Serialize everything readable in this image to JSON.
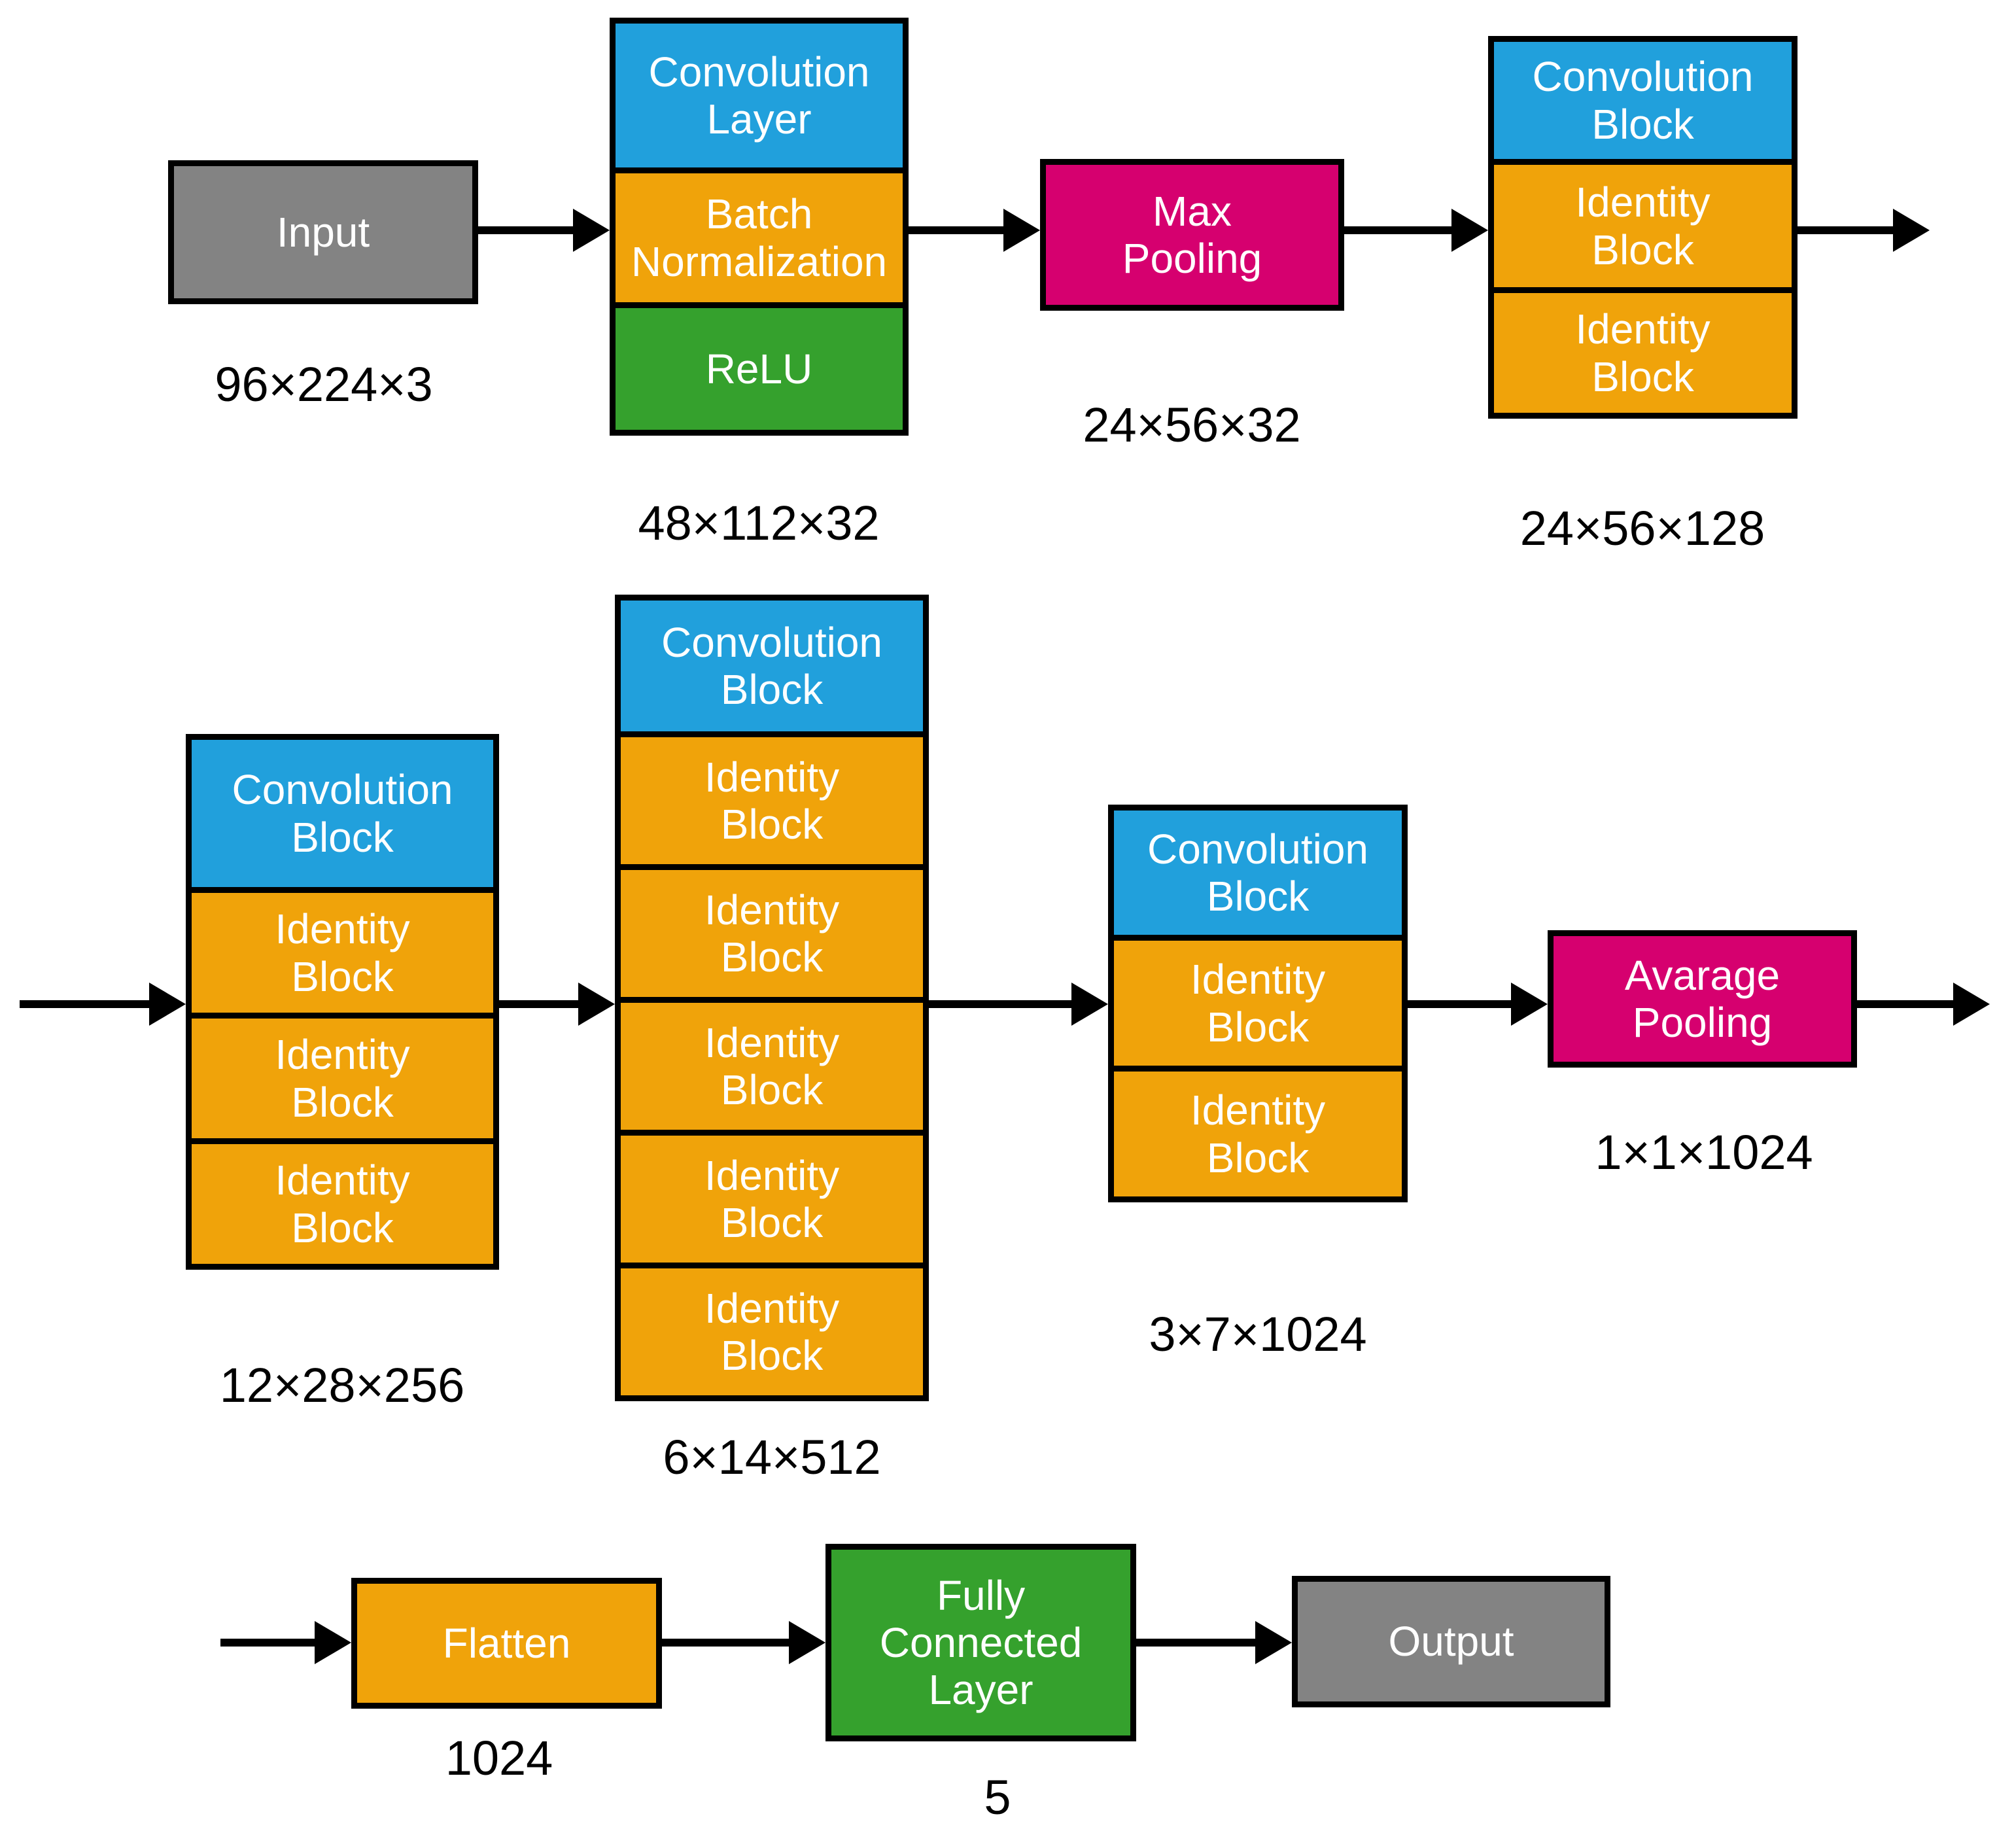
{
  "colors": {
    "conv_blue": "#21A0DC",
    "identity_orange": "#F0A30A",
    "relu_green": "#35A12D",
    "pooling_magenta": "#D6006F",
    "io_gray": "#838383",
    "border_black": "#000000",
    "background": "#FFFFFF",
    "box_text": "#FFFFFF",
    "label_text": "#000000"
  },
  "row1": {
    "input": {
      "label": "Input",
      "dim": "96×224×3"
    },
    "conv_stack": {
      "sections": [
        {
          "label": "Convolution\nLayer"
        },
        {
          "label": "Batch\nNormalization"
        },
        {
          "label": "ReLU"
        }
      ],
      "dim": "48×112×32"
    },
    "max_pooling": {
      "label": "Max\nPooling",
      "dim": "24×56×32"
    },
    "block_stack": {
      "sections": [
        {
          "label": "Convolution\nBlock"
        },
        {
          "label": "Identity\nBlock"
        },
        {
          "label": "Identity\nBlock"
        }
      ],
      "dim": "24×56×128"
    }
  },
  "row2": {
    "stage3": {
      "sections": [
        {
          "label": "Convolution\nBlock"
        },
        {
          "label": "Identity\nBlock"
        },
        {
          "label": "Identity\nBlock"
        },
        {
          "label": "Identity\nBlock"
        }
      ],
      "dim": "12×28×256"
    },
    "stage4": {
      "sections": [
        {
          "label": "Convolution\nBlock"
        },
        {
          "label": "Identity\nBlock"
        },
        {
          "label": "Identity\nBlock"
        },
        {
          "label": "Identity\nBlock"
        },
        {
          "label": "Identity\nBlock"
        },
        {
          "label": "Identity\nBlock"
        }
      ],
      "dim": "6×14×512"
    },
    "stage5": {
      "sections": [
        {
          "label": "Convolution\nBlock"
        },
        {
          "label": "Identity\nBlock"
        },
        {
          "label": "Identity\nBlock"
        }
      ],
      "dim": "3×7×1024"
    },
    "avg_pooling": {
      "label": "Avarage\nPooling",
      "dim": "1×1×1024"
    }
  },
  "row3": {
    "flatten": {
      "label": "Flatten",
      "dim": "1024"
    },
    "fully_connected": {
      "label": "Fully\nConnected\nLayer",
      "dim": "5"
    },
    "output": {
      "label": "Output"
    }
  }
}
